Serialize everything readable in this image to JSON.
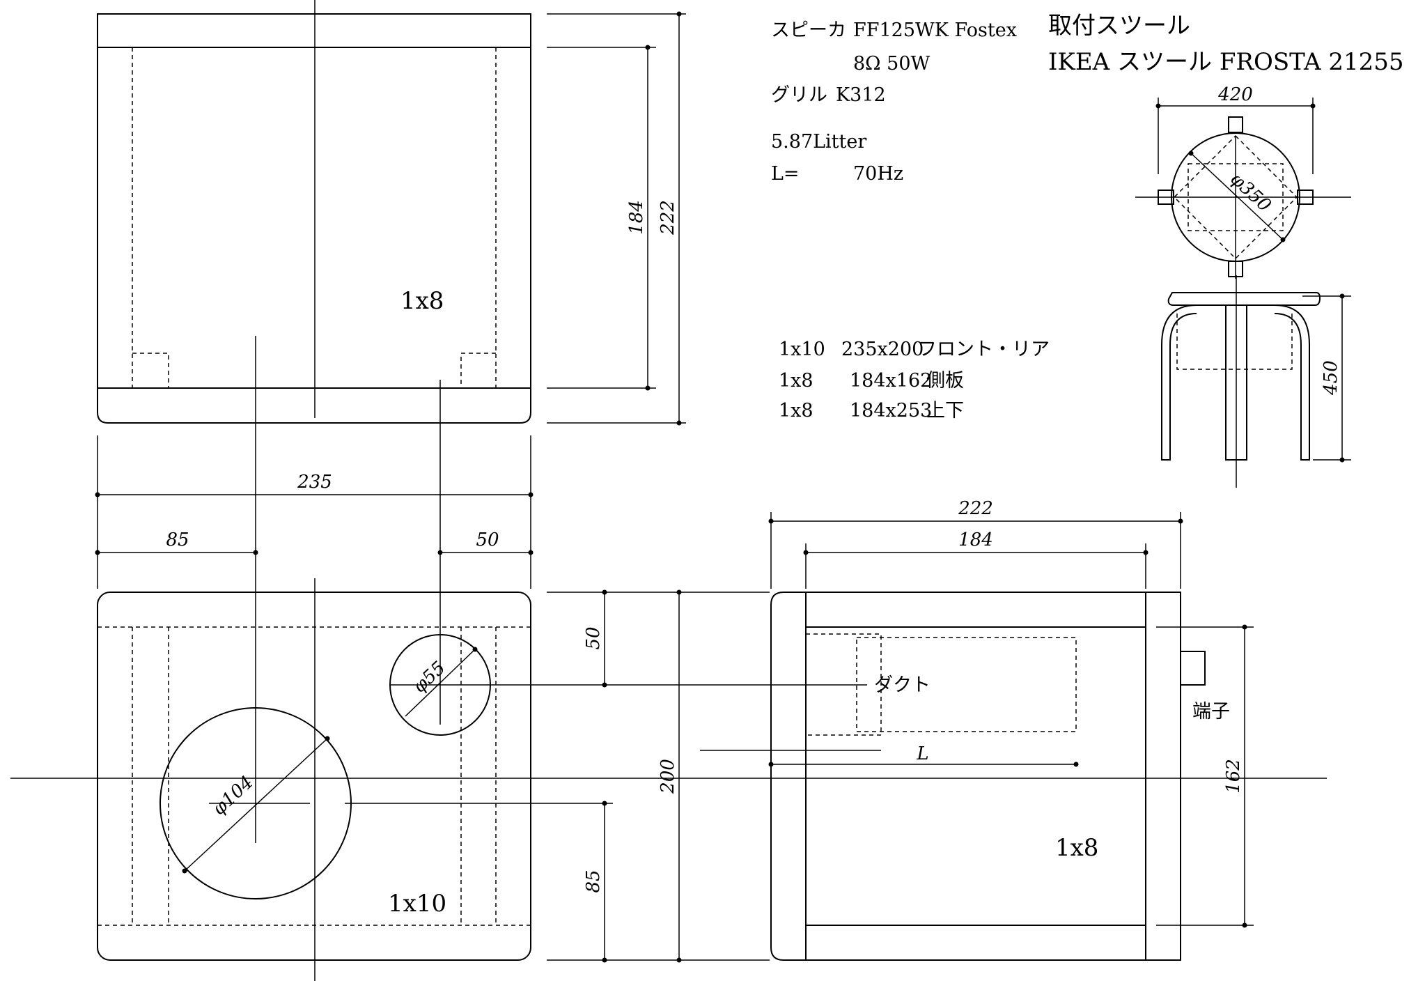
{
  "header": {
    "speaker_label": "スピーカ",
    "speaker_model": "FF125WK Fostex",
    "speaker_spec": "8Ω 50W",
    "grill_label": "グリル",
    "grill_model": "K312",
    "volume": "5.87Litter",
    "tuning_label": "L=",
    "tuning_value": "70Hz"
  },
  "stool": {
    "title": "取付スツール",
    "model": "IKEA スツール FROSTA 21255",
    "dim_width": "420",
    "dim_diameter": "φ350",
    "dim_height": "450"
  },
  "parts": [
    {
      "material": "1x10",
      "size": "235x200",
      "name": "フロント・リア"
    },
    {
      "material": "1x8",
      "size": "184x162",
      "name": "側板"
    },
    {
      "material": "1x8",
      "size": "184x253",
      "name": "上下"
    }
  ],
  "top_view": {
    "material_label": "1x8",
    "dim_inner": "184",
    "dim_outer": "222"
  },
  "front_view": {
    "dim_width": "235",
    "dim_left": "85",
    "dim_right": "50",
    "dim_top": "50",
    "dim_bottom": "85",
    "dim_height": "200",
    "speaker_hole": "φ104",
    "port_hole": "φ55",
    "material_label": "1x10"
  },
  "side_view": {
    "dim_outer": "222",
    "dim_inner": "184",
    "duct_label": "ダクト",
    "duct_length": "L",
    "terminal_label": "端子",
    "dim_height": "162",
    "material_label": "1x8"
  }
}
